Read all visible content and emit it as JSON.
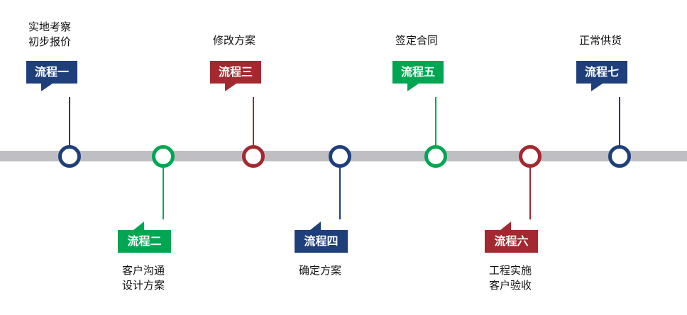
{
  "colors": {
    "blue": "#1f3f7a",
    "green": "#00a651",
    "red": "#a4282f",
    "bar": "#bfbfc3"
  },
  "steps": [
    {
      "label": "流程一",
      "caption": [
        "实地考察",
        "初步报价"
      ],
      "color": "blue",
      "position": "top"
    },
    {
      "label": "流程二",
      "caption": [
        "客户沟通",
        "设计方案"
      ],
      "color": "green",
      "position": "bottom"
    },
    {
      "label": "流程三",
      "caption": [
        "修改方案"
      ],
      "color": "red",
      "position": "top"
    },
    {
      "label": "流程四",
      "caption": [
        "确定方案"
      ],
      "color": "blue",
      "position": "bottom"
    },
    {
      "label": "流程五",
      "caption": [
        "签定合同"
      ],
      "color": "green",
      "position": "top"
    },
    {
      "label": "流程六",
      "caption": [
        "工程实施",
        "客户验收"
      ],
      "color": "red",
      "position": "bottom"
    },
    {
      "label": "流程七",
      "caption": [
        "正常供货"
      ],
      "color": "blue",
      "position": "top"
    }
  ]
}
